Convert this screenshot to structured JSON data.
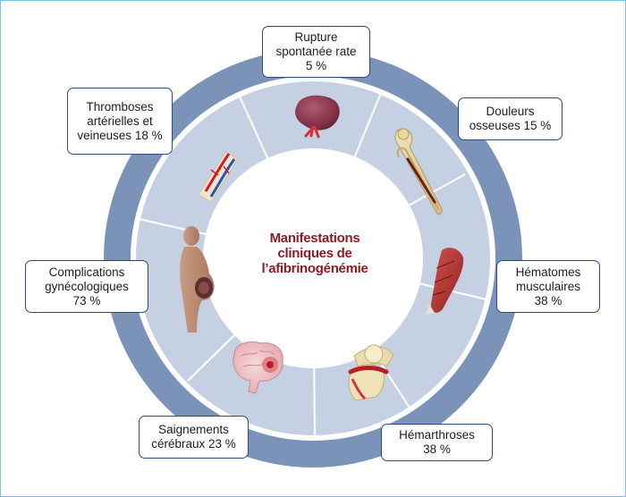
{
  "title": {
    "line1": "Manifestations",
    "line2": "cliniques de",
    "line3": "l’afibrinogénémie"
  },
  "manifestations": [
    {
      "id": "rupture",
      "lines": [
        "Rupture",
        "spontanée rate",
        "5 %"
      ],
      "icon": "spleen-icon"
    },
    {
      "id": "douleurs",
      "lines": [
        "Douleurs",
        "osseuses 15 %"
      ],
      "icon": "bone-icon"
    },
    {
      "id": "hematomes",
      "lines": [
        "Hématomes",
        "musculaires",
        "38 %"
      ],
      "icon": "muscle-icon"
    },
    {
      "id": "hemarthroses",
      "lines": [
        "Hémarthroses",
        "38 %"
      ],
      "icon": "knee-joint-icon"
    },
    {
      "id": "saignements",
      "lines": [
        "Saignements",
        "cérébraux 23 %"
      ],
      "icon": "brain-icon"
    },
    {
      "id": "complications",
      "lines": [
        "Complications",
        "gynécologiques",
        "73 %"
      ],
      "icon": "pregnant-woman-icon"
    },
    {
      "id": "thromboses",
      "lines": [
        "Thromboses",
        "artérielles et",
        "veineuses 18 %"
      ],
      "icon": "blood-vessels-icon"
    }
  ],
  "colors": {
    "outer_ring": "#7b93b9",
    "segment_fill": "#c5d1e3",
    "segment_divider": "#ffffff",
    "center_fill": "#ffffff",
    "title_color": "#8b1c25",
    "callout_border": "#2f4a78",
    "frame_border": "#6fc8e0"
  }
}
